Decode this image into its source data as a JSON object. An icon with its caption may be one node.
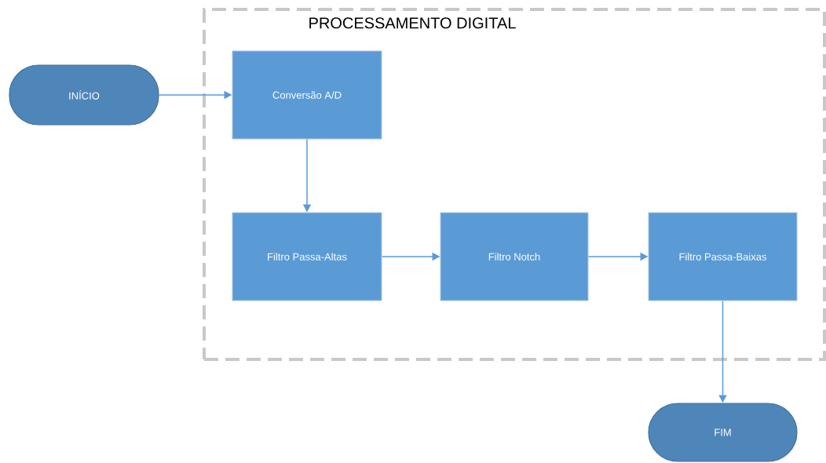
{
  "diagram": {
    "nodes": [
      {
        "text": [
          "PROCESSAMENTO DIGITAL"
        ]
      },
      {
        "text": [
          "INÍCIO"
        ]
      },
      {
        "text": [
          "Conversão A/D"
        ],
        "in": 0
      },
      {
        "text": [
          "Filtro Passa-Altas"
        ],
        "in": 0
      },
      {
        "text": [
          "Filtro Notch"
        ],
        "in": 0
      },
      {
        "text": [
          "Filtro Passa-Baixas"
        ],
        "in": 0
      },
      {
        "text": [
          "FIM"
        ]
      }
    ],
    "edges": [
      {
        "from": 1,
        "to": 2,
        "arrow": "to"
      },
      {
        "from": 2,
        "to": 3,
        "arrow": "to"
      },
      {
        "from": 3,
        "to": 4,
        "arrow": "to"
      },
      {
        "from": 4,
        "to": 5,
        "arrow": "to"
      },
      {
        "from": 5,
        "to": 6,
        "arrow": "to"
      }
    ]
  }
}
